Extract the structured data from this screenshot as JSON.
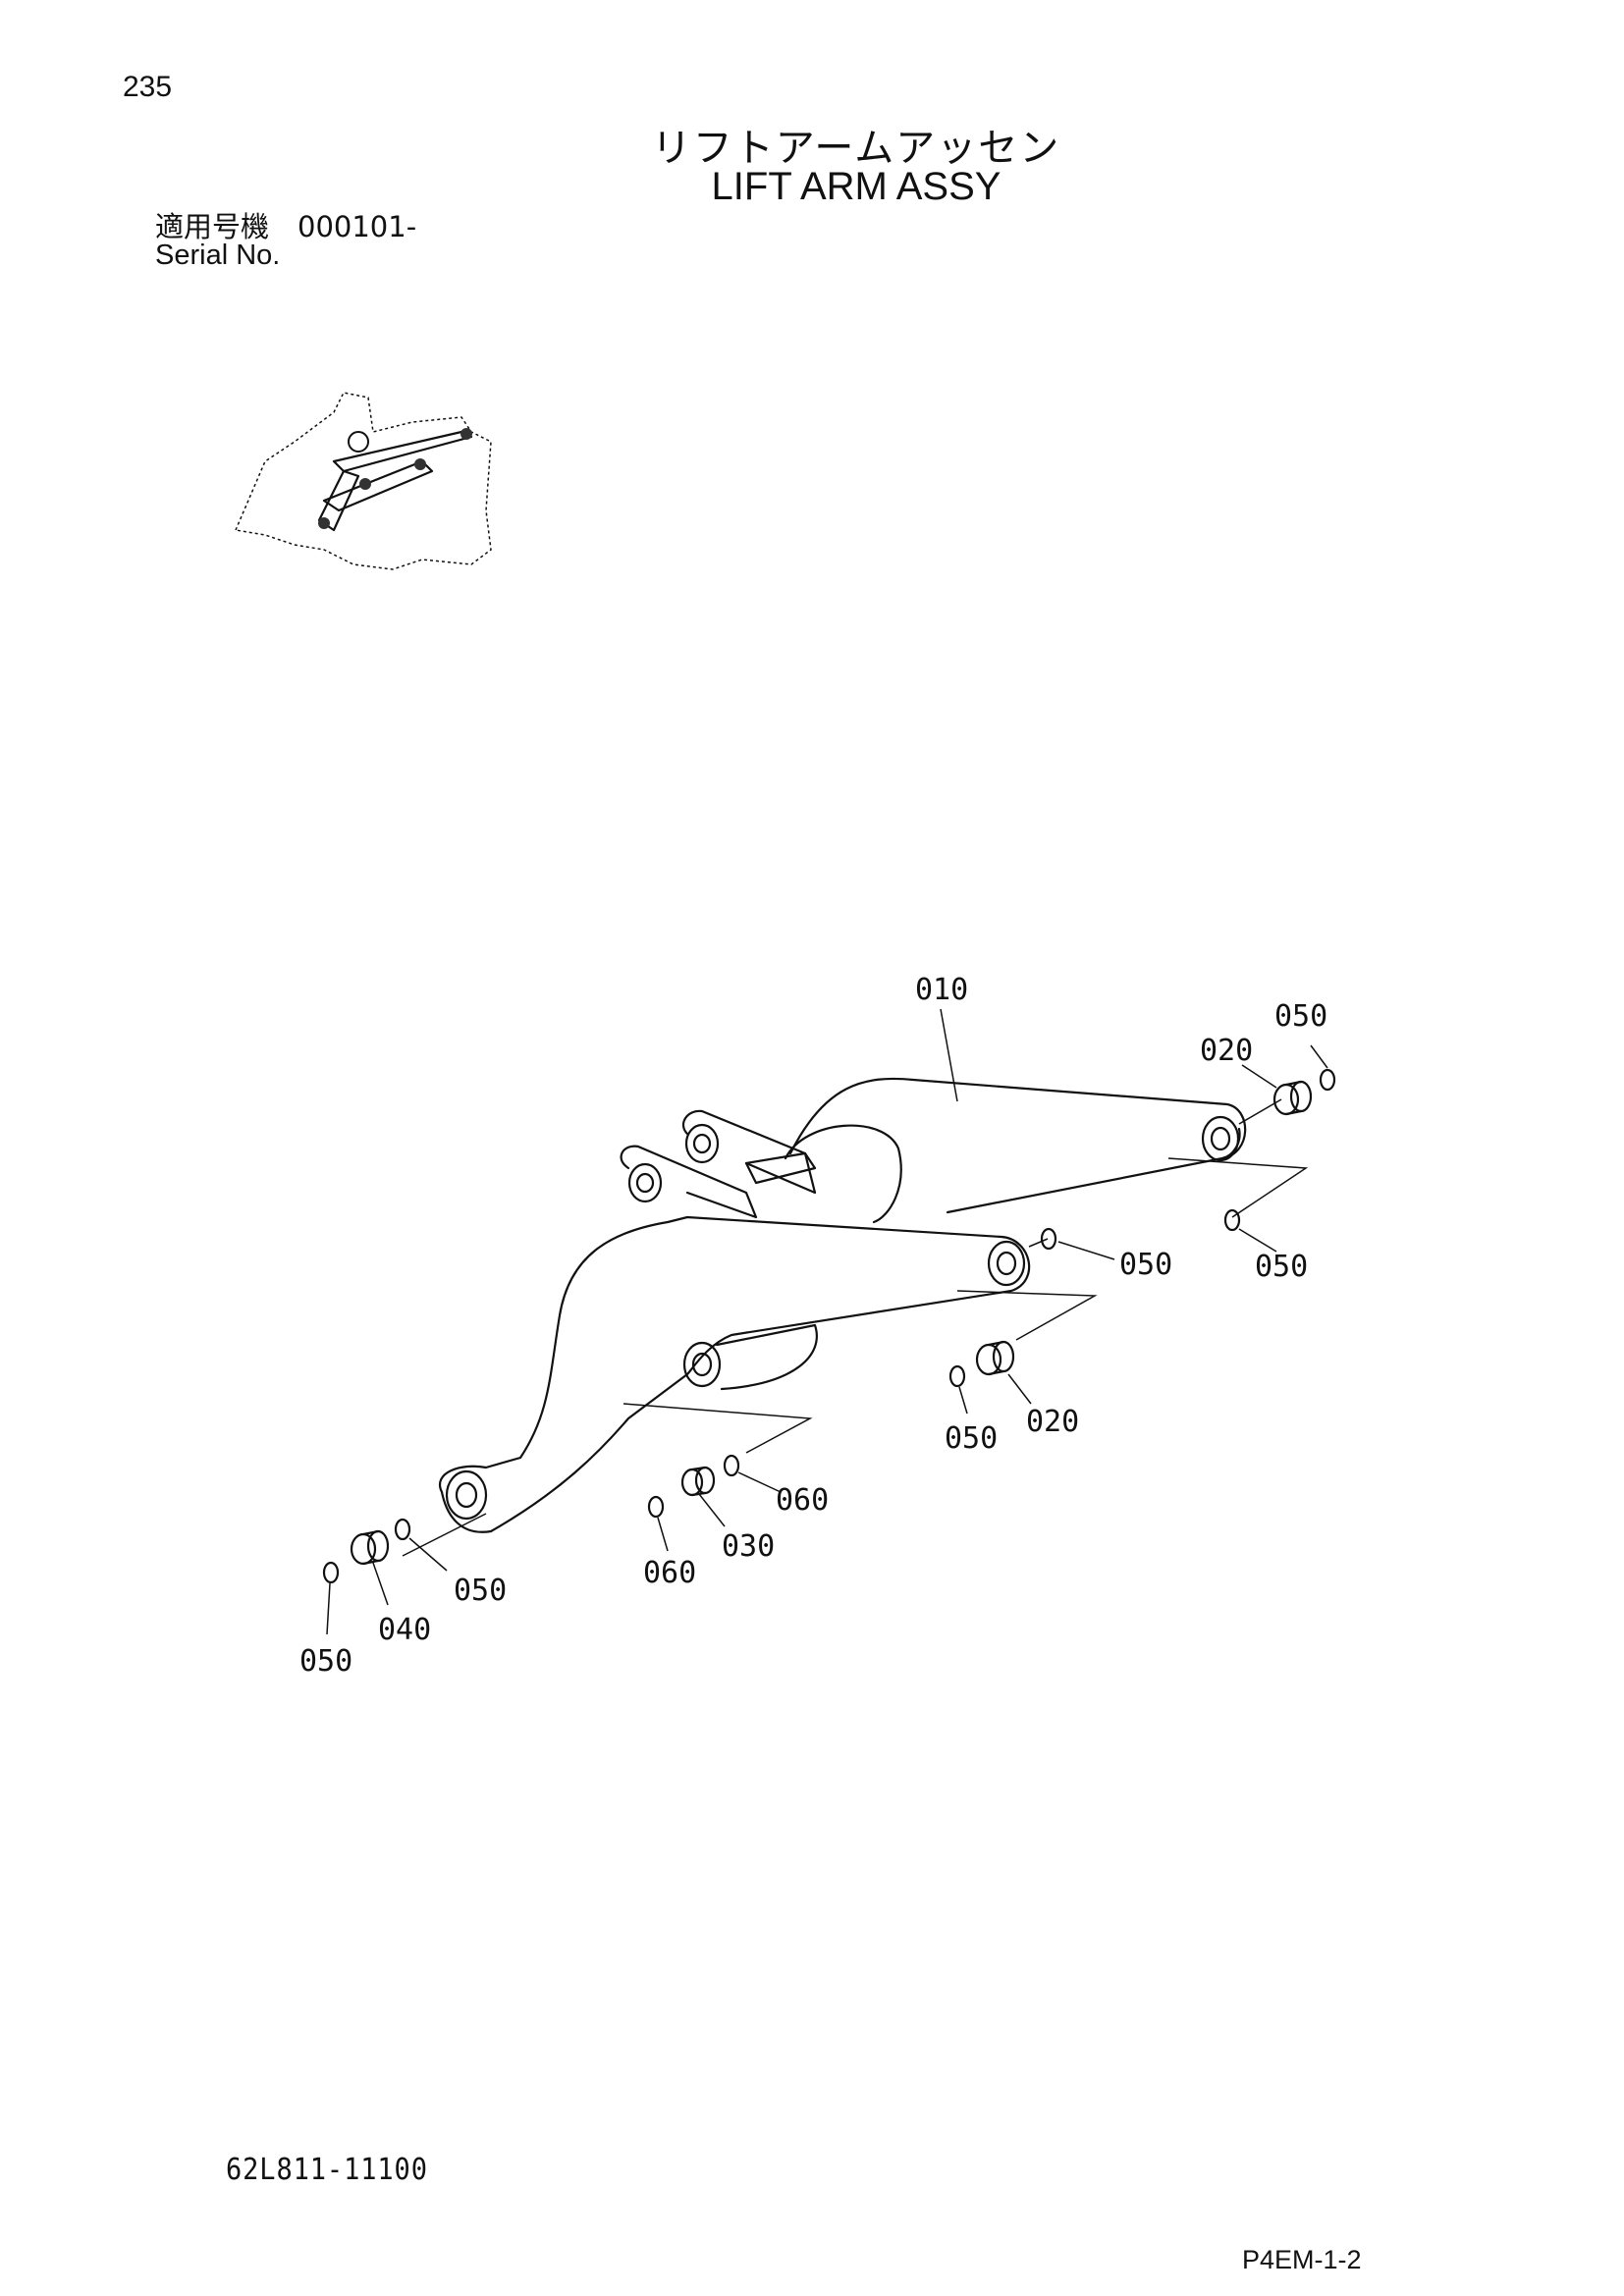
{
  "page": {
    "number": "235",
    "title_jp": "リフトアームアッセン",
    "title_en": "LIFT ARM ASSY",
    "serial_label_jp": "適用号機　000101-",
    "serial_label_en": "Serial No.",
    "part_number": "62L811-11100",
    "page_code": "P4EM-1-2"
  },
  "callouts": {
    "c010": "010",
    "c020_top": "020",
    "c050_top": "050",
    "c050_right": "050",
    "c050_mid": "050",
    "c020_mid": "020",
    "c050_mid_low": "050",
    "c060_right": "060",
    "c030": "030",
    "c060_left": "060",
    "c050_left_a": "050",
    "c040": "040",
    "c050_left_b": "050"
  }
}
